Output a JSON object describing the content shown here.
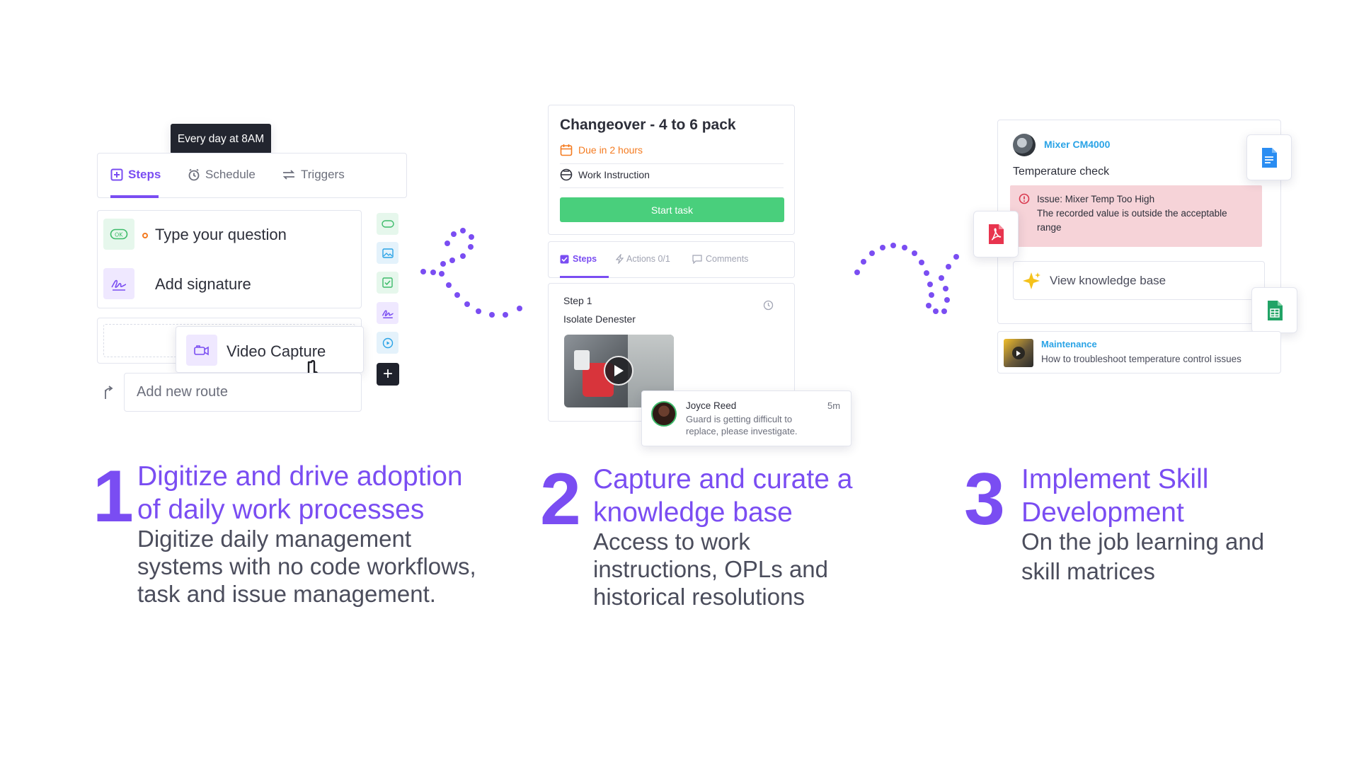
{
  "panel1": {
    "tooltip": "Every day at 8AM",
    "tabs": [
      {
        "label": "Steps"
      },
      {
        "label": "Schedule"
      },
      {
        "label": "Triggers"
      }
    ],
    "fields": [
      {
        "label": "Type your question"
      },
      {
        "label": "Add signature"
      }
    ],
    "video_capture": "Video Capture",
    "route_placeholder": "Add new route",
    "add_symbol": "+"
  },
  "panel2": {
    "title": "Changeover - 4 to 6 pack",
    "due": "Due in 2 hours",
    "work_instruction": "Work Instruction",
    "start_button": "Start task",
    "tabs": [
      {
        "label": "Steps"
      },
      {
        "label": "Actions 0/1"
      },
      {
        "label": "Comments"
      }
    ],
    "step_number": "Step 1",
    "step_title": "Isolate Denester",
    "comment": {
      "author": "Joyce Reed",
      "time": "5m",
      "text_line1": "Guard is getting difficult to",
      "text_line2": "replace, please investigate."
    }
  },
  "panel3": {
    "asset_name": "Mixer CM4000",
    "check_title": "Temperature check",
    "issue_title": "Issue: Mixer Temp Too High",
    "issue_line1": "The recorded value is outside the acceptable",
    "issue_line2": "range",
    "knowledge_button": "View knowledge base",
    "related": {
      "category": "Maintenance",
      "title": "How to troubleshoot temperature control issues"
    }
  },
  "captions": [
    {
      "number": "1",
      "title_line1": "Digitize and drive adoption",
      "title_line2": "of daily work processes",
      "body_lines": [
        "Digitize daily management",
        "systems with no code workflows,",
        "task and issue management."
      ]
    },
    {
      "number": "2",
      "title_line1": "Capture and curate a",
      "title_line2": "knowledge base",
      "body_lines": [
        "Access to work",
        "instructions, OPLs and",
        "historical resolutions"
      ]
    },
    {
      "number": "3",
      "title_line1": "Implement Skill",
      "title_line2": "Development",
      "body_lines": [
        "On the job learning and",
        "skill matrices"
      ]
    }
  ],
  "colors": {
    "accent": "#7a4df2",
    "start_green": "#49cf7c",
    "due_orange": "#f47b20",
    "issue_bg": "#f6d3d8",
    "link_blue": "#2aa3e6",
    "pdf_red": "#e8344e",
    "doc_blue": "#2a8df2",
    "sheet_green": "#21a366"
  },
  "icons": [
    "steps-icon",
    "schedule-icon",
    "triggers-icon",
    "question-icon",
    "signature-icon",
    "video-icon",
    "route-icon",
    "image-icon",
    "checkbox-icon",
    "play-icon",
    "add-icon",
    "calendar-icon",
    "instruction-icon",
    "actions-icon",
    "comments-icon",
    "history-icon",
    "error-icon",
    "sparkle-icon",
    "pdf-icon",
    "doc-icon",
    "sheet-icon"
  ]
}
